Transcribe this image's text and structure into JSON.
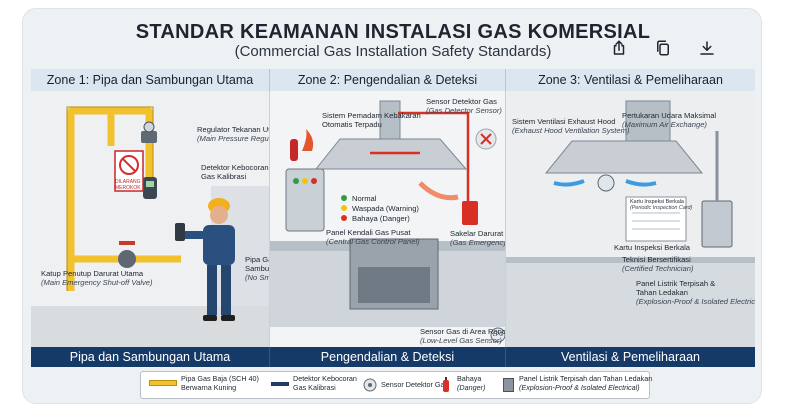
{
  "header": {
    "title": "STANDAR KEAMANAN INSTALASI GAS KOMERSIAL",
    "subtitle": "(Commercial Gas Installation Safety Standards)"
  },
  "actions": {
    "share_icon": "share-icon",
    "copy_icon": "copy-icon",
    "download_icon": "download-icon"
  },
  "zones": [
    {
      "header": "Zone 1: Pipa dan Sambungan Utama",
      "footer": "Pipa dan Sambungan Utama"
    },
    {
      "header": "Zone 2: Pengendalian & Deteksi",
      "footer": "Pengendalian & Deteksi"
    },
    {
      "header": "Zone 3: Ventilasi & Pemeliharaan",
      "footer": "Ventilasi & Pemeliharaan"
    }
  ],
  "zone1": {
    "regulator": "Regulator Tekanan Utama",
    "regulator_en": "(Main Pressure Regulator)",
    "detector": "Detektor Kebocoran",
    "detector2": "Gas Kalibrasi",
    "shutoff": "Katup Penutup Darurat Utama",
    "shutoff_en": "(Main Emergency Shut-off Valve)",
    "pipe": "Pipa Gas",
    "pipe2": "Sambungan",
    "pipe_en": "(No Smoking)",
    "sign_top": "DILARANG",
    "sign_bottom": "MEROKOK"
  },
  "zone2": {
    "suppression": "Sistem Pemadam Kebakaran",
    "suppression2": "Otomatis Terpadu",
    "sensor": "Sensor Detektor Gas",
    "sensor_en": "(Gas Detector Sensor)",
    "status_normal": "Normal",
    "status_warning": "Waspada (Warning)",
    "status_danger": "Bahaya (Danger)",
    "panel": "Panel Kendali Gas Pusat",
    "panel_en": "(Central Gas Control Panel)",
    "switch": "Sakelar Darurat Gas",
    "switch_en": "(Gas Emergency Switch)",
    "low_sensor": "Sensor Gas di Area Rendah",
    "low_sensor_en": "(Low-Level Gas Sensor)",
    "lpg": "LPG"
  },
  "zone3": {
    "exhaust": "Sistem Ventilasi Exhaust Hood",
    "exhaust_en": "(Exhaust Hood Ventilation System)",
    "air": "Pertukaran Udara Maksimal",
    "air_en": "(Maximum Air Exchange)",
    "card_title": "Kartu Inspeksi Berkala",
    "card_sub": "(Periodic Inspection Card)",
    "card": "Kartu Inspeksi Berkala",
    "tech": "Teknisi Bersertifikasi",
    "tech_en": "(Certified Technician)",
    "elec": "Panel Listrik Terpisah &",
    "elec2": "Tahan Ledakan",
    "elec_en": "(Explosion-Proof & Isolated Electrical)"
  },
  "legend": {
    "pipe": "Pipa Gas Baja (SCH 40)",
    "pipe2": "Berwarna Kuning",
    "detector": "Detektor Kebocoran",
    "detector2": "Gas Kalibrasi",
    "sensor": "Sensor Detektor Gas",
    "danger": "Bahaya",
    "danger_en": "(Danger)",
    "elec": "Panel Listrik Terpisah dan Tahan Ledakan",
    "elec_en": "(Explosion-Proof & Isolated Electrical)"
  },
  "colors": {
    "pipe_yellow": "#f2c12e",
    "navy": "#163a68",
    "zone_header_bg": "#dbe6f1",
    "danger_red": "#d93025",
    "safe_green": "#2e9d46",
    "warning_yellow": "#f4c20d",
    "airflow_blue": "#3d9be0"
  }
}
